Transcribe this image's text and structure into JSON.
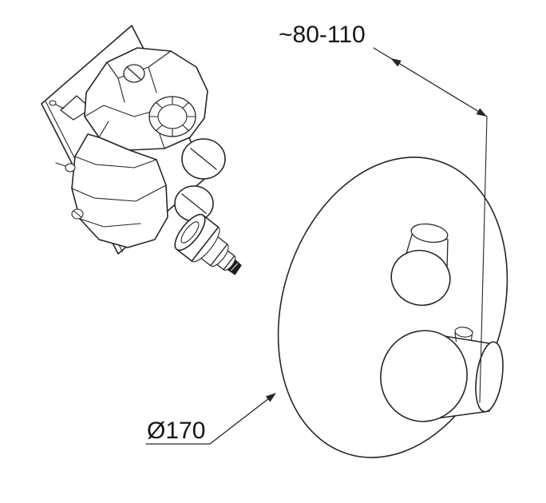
{
  "canvas": {
    "background": "#ffffff",
    "line_color": "#262626"
  },
  "annotations": {
    "depth_range": "~80-110",
    "plate_diameter": "Ø170"
  },
  "drawing": {
    "left_view": "concealed-valve-body-on-mounting-plate",
    "right_view": "round-trim-plate-with-thermostat-knob-and-lever"
  }
}
